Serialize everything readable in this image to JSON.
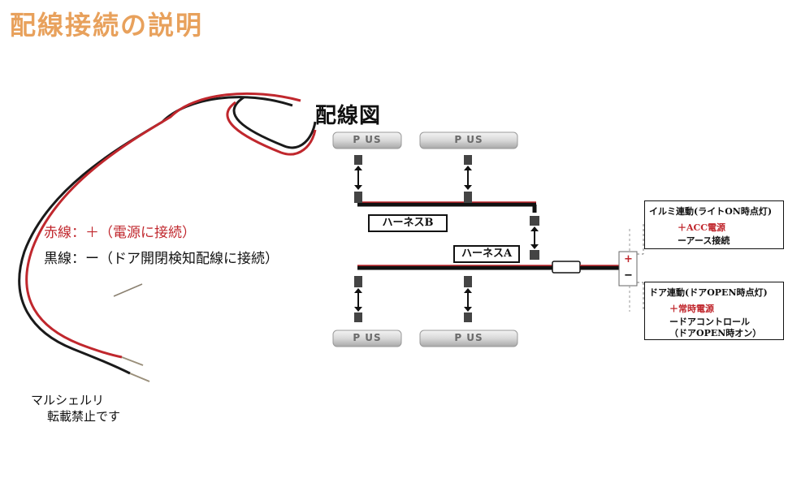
{
  "page_title": "配線接続の説明",
  "legend": {
    "red_wire": "赤線：＋（電源に接続）",
    "black_wire": "黒線：ー（ドア開閉検知配線に接続）"
  },
  "credit": {
    "line1": "マルシェルリ",
    "line2": "転載禁止です"
  },
  "diagram": {
    "title": "配線図",
    "harness_a": "ハーネスA",
    "harness_b": "ハーネスB",
    "lamps": [
      {
        "text": "P  US"
      },
      {
        "text": "P  US"
      },
      {
        "text": "P  US"
      },
      {
        "text": "P  US"
      }
    ],
    "plus_sign": "+",
    "minus_sign": "−",
    "illumination": {
      "header": "イルミ連動(ライトON時点灯)",
      "line1": "＋ACC電源",
      "line2": "ーアース接続"
    },
    "door": {
      "header": "ドア連動(ドアOPEN時点灯)",
      "line1": "＋常時電源",
      "line2": "ードアコントロール",
      "line3": "（ドアOPEN時オン）"
    },
    "colors": {
      "red_wire": "#c0272d",
      "black_wire": "#111111",
      "title_orange": "#e8a15c"
    }
  }
}
